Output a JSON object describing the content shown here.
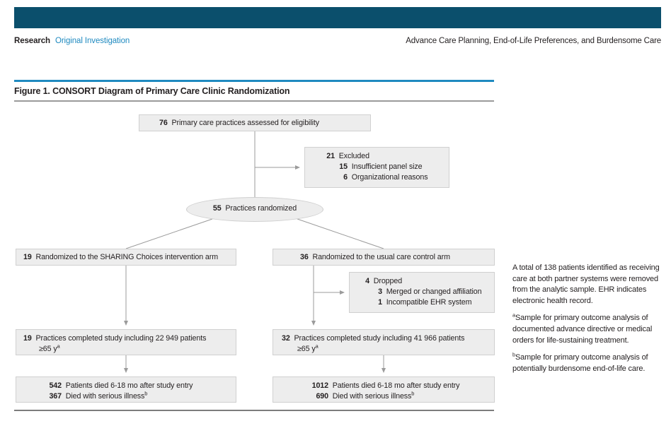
{
  "header": {
    "bar_color": "#0b4f6c",
    "accent_color": "#1f8ac0",
    "left_label": "Research",
    "left_link": "Original Investigation",
    "right_running_head": "Advance Care Planning, End-of-Life Preferences, and Burdensome Care"
  },
  "figure": {
    "title": "Figure 1. CONSORT Diagram of Primary Care Clinic Randomization"
  },
  "diagram": {
    "assessed": {
      "count": "76",
      "label": "Primary care practices assessed for eligibility"
    },
    "excluded": {
      "count": "21",
      "label": "Excluded",
      "reasons": [
        {
          "count": "15",
          "label": "Insufficient panel size"
        },
        {
          "count": "6",
          "label": "Organizational reasons"
        }
      ]
    },
    "randomized": {
      "count": "55",
      "label": "Practices randomized"
    },
    "intervention_arm": {
      "count": "19",
      "label": "Randomized to the SHARING Choices intervention arm"
    },
    "control_arm": {
      "count": "36",
      "label": "Randomized to the usual care control arm"
    },
    "dropped": {
      "count": "4",
      "label": "Dropped",
      "reasons": [
        {
          "count": "3",
          "label": "Merged or changed affiliation"
        },
        {
          "count": "1",
          "label": "Incompatible EHR system"
        }
      ]
    },
    "completed_intervention": {
      "count": "19",
      "label": "Practices completed study including 22 949 patients",
      "label_line2": "≥65 y",
      "footnote_marker": "a"
    },
    "completed_control": {
      "count": "32",
      "label": "Practices completed study including 41 966 patients",
      "label_line2": "≥65 y",
      "footnote_marker": "a"
    },
    "died_intervention": {
      "count": "542",
      "label": "Patients died 6-18 mo after study entry",
      "sub_count": "367",
      "sub_label": "Died with serious illness",
      "footnote_marker": "b"
    },
    "died_control": {
      "count": "1012",
      "label": "Patients died 6-18 mo after study entry",
      "sub_count": "690",
      "sub_label": "Died with serious illness",
      "footnote_marker": "b"
    }
  },
  "footnotes": {
    "general": "A total of 138 patients identified as receiving care at both partner systems were removed from the analytic sample. EHR indicates electronic health record.",
    "a_marker": "a",
    "a_text": "Sample for primary outcome analysis of documented advance directive or medical orders for life-sustaining treatment.",
    "b_marker": "b",
    "b_text": "Sample for primary outcome analysis of potentially burdensome end-of-life care."
  }
}
